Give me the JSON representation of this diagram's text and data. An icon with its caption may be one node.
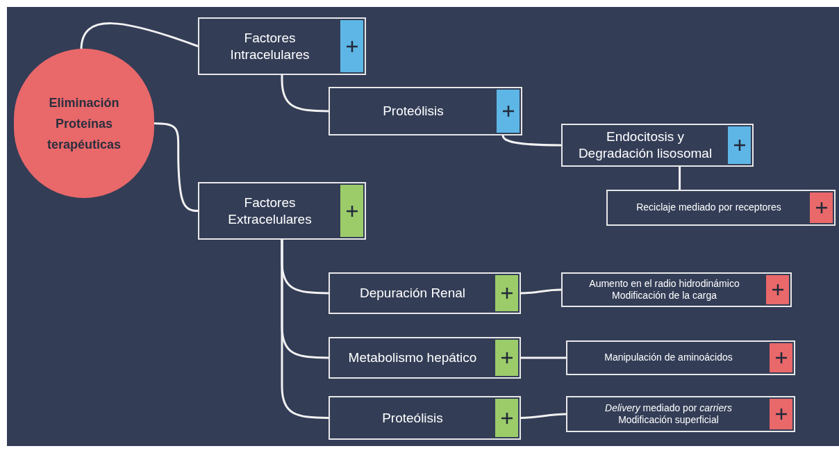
{
  "diagram": {
    "nodes": [
      {
        "text": [
          "Eliminación Proteínas terapéuticas"
        ]
      },
      {
        "text": [
          "Factores Intracelulares"
        ]
      },
      {
        "text": [
          "Proteólisis"
        ]
      },
      {
        "text": [
          "Endocitosis y Degradación lisosomal"
        ]
      },
      {
        "text": [
          "Reciclaje mediado por receptores"
        ]
      },
      {
        "text": [
          "Factores Extracelulares"
        ]
      },
      {
        "text": [
          "Depuración Renal"
        ]
      },
      {
        "text": [
          "Metabolismo hepático"
        ]
      },
      {
        "text": [
          "Proteólisis"
        ]
      },
      {
        "text": [
          "Aumento en el radio hidrodinámico",
          "Modificación de la carga"
        ]
      },
      {
        "text": [
          "Manipulación de aminoácidos"
        ]
      },
      {
        "text": [
          "*Delivery* mediado por *carriers*",
          "Modificación superficial"
        ]
      }
    ],
    "edges": [
      {
        "from": 0,
        "to": 1,
        "arrow": "none"
      },
      {
        "from": 1,
        "to": 2,
        "arrow": "none"
      },
      {
        "from": 2,
        "to": 3,
        "arrow": "none"
      },
      {
        "from": 3,
        "to": 4,
        "arrow": "none"
      },
      {
        "from": 0,
        "to": 5,
        "arrow": "none"
      },
      {
        "from": 5,
        "to": 6,
        "arrow": "none"
      },
      {
        "from": 5,
        "to": 7,
        "arrow": "none"
      },
      {
        "from": 5,
        "to": 8,
        "arrow": "none"
      },
      {
        "from": 6,
        "to": 9,
        "arrow": "none"
      },
      {
        "from": 7,
        "to": 10,
        "arrow": "none"
      },
      {
        "from": 8,
        "to": 11,
        "arrow": "none"
      }
    ]
  }
}
